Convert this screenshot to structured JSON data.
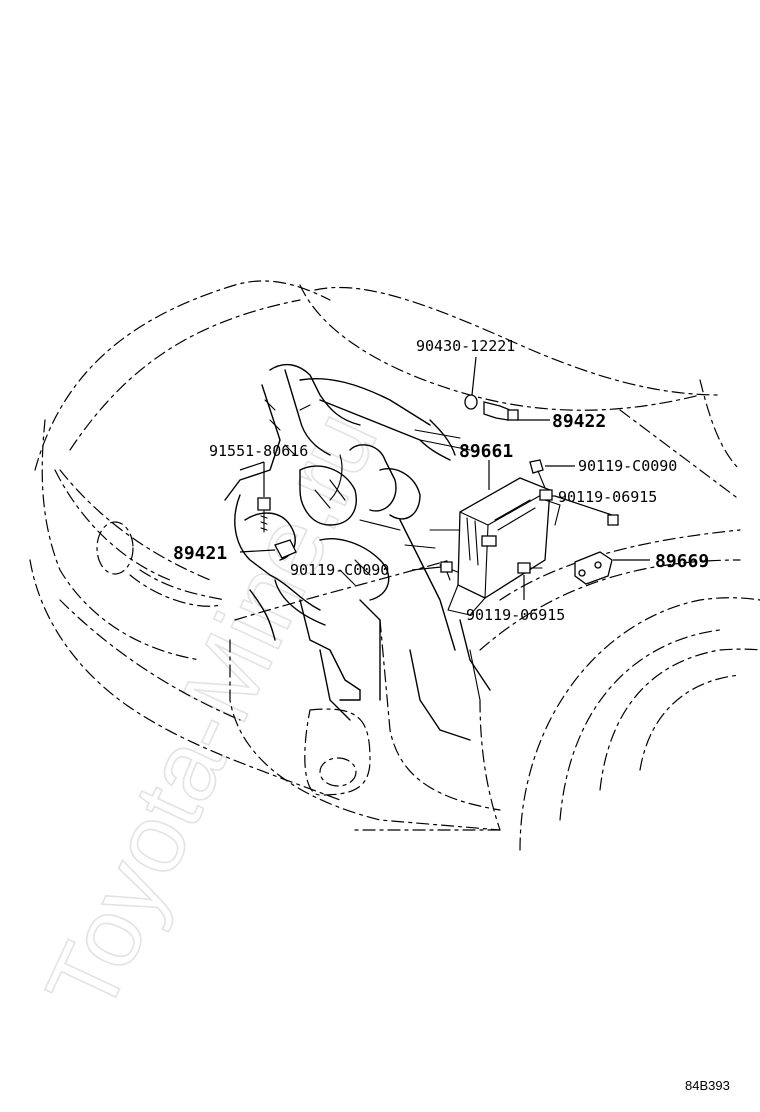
{
  "watermark": "Toyota-Mine.ru",
  "diagram_code": "84B393",
  "labels": {
    "l_90430_12221": "90430-12221",
    "l_89422": "89422",
    "l_91551_80616": "91551-80616",
    "l_89661": "89661",
    "l_90119_c0090_a": "90119-C0090",
    "l_90119_06915_a": "90119-06915",
    "l_89421": "89421",
    "l_90119_c0090_b": "90119-C0090",
    "l_89669": "89669",
    "l_90119_06915_b": "90119-06915"
  }
}
